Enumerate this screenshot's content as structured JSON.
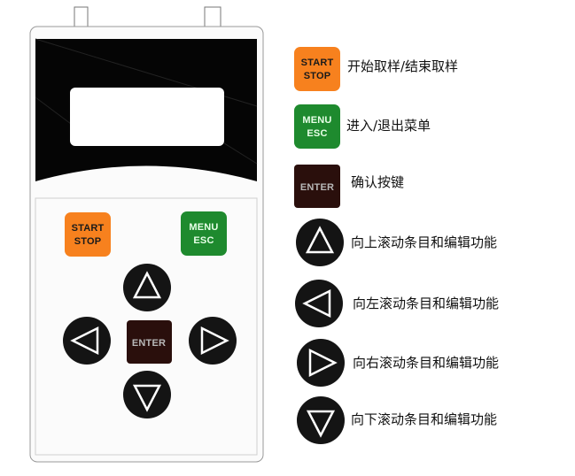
{
  "keys": {
    "start_stop": {
      "line1": "START",
      "line2": "STOP",
      "color": "#f7811e",
      "text_color": "#1a1a1a"
    },
    "menu_esc": {
      "line1": "MENU",
      "line2": "ESC",
      "color": "#1e8a2e",
      "text_color": "#e8ffe8"
    },
    "enter": {
      "label": "ENTER",
      "color": "#2a0f0c",
      "text_color": "#b8b8b8"
    },
    "arrow_color": "#141414"
  },
  "legend": {
    "start_stop": "开始取样/结束取样",
    "menu_esc": "进入/退出菜单",
    "enter": "确认按键",
    "up": "向上滚动条目和编辑功能",
    "left": "向左滚动条目和编辑功能",
    "right": "向右滚动条目和编辑功能",
    "down": "向下滚动条目和编辑功能"
  }
}
